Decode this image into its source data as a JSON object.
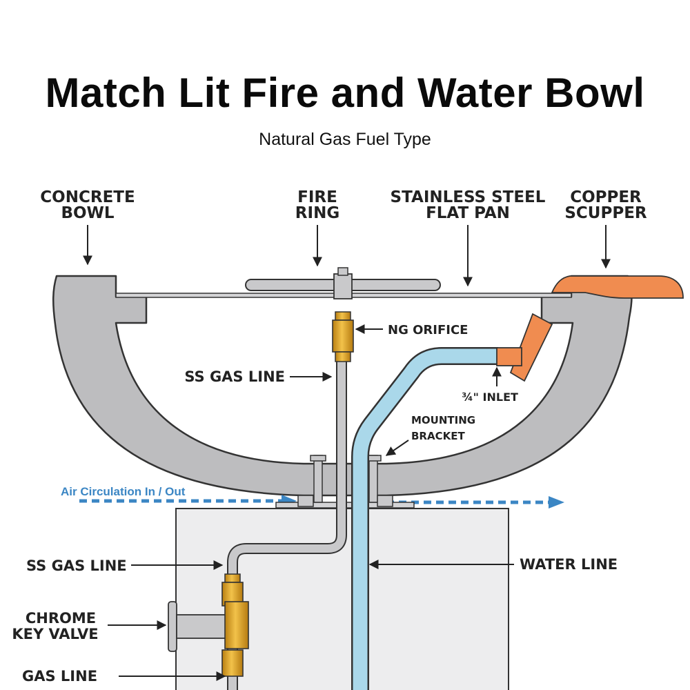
{
  "title": "Match Lit Fire and Water Bowl",
  "subtitle": "Natural Gas Fuel Type",
  "labels": {
    "concrete_bowl_1": "CONCRETE",
    "concrete_bowl_2": "BOWL",
    "fire_ring_1": "FIRE",
    "fire_ring_2": "RING",
    "flat_pan_1": "STAINLESS STEEL",
    "flat_pan_2": "FLAT PAN",
    "copper_scupper_1": "COPPER",
    "copper_scupper_2": "SCUPPER",
    "ng_orifice": "NG ORIFICE",
    "ss_gas_line_top": "SS GAS LINE",
    "inlet": "¾\" INLET",
    "mounting_bracket_1": "MOUNTING",
    "mounting_bracket_2": "BRACKET",
    "air_circulation": "Air Circulation In / Out",
    "ss_gas_line_bottom": "SS GAS LINE",
    "water_line": "WATER LINE",
    "chrome_key_valve_1": "CHROME",
    "chrome_key_valve_2": "KEY VALVE",
    "gas_line": "GAS LINE"
  },
  "colors": {
    "concrete": "#bdbdbf",
    "outline": "#333333",
    "brass": "#e0a526",
    "copper": "#f08c50",
    "water_pipe": "#aad8ea",
    "gas_pipe": "#c9c9cb",
    "air_arrow": "#3b86c4",
    "pedestal": "#ededee"
  }
}
